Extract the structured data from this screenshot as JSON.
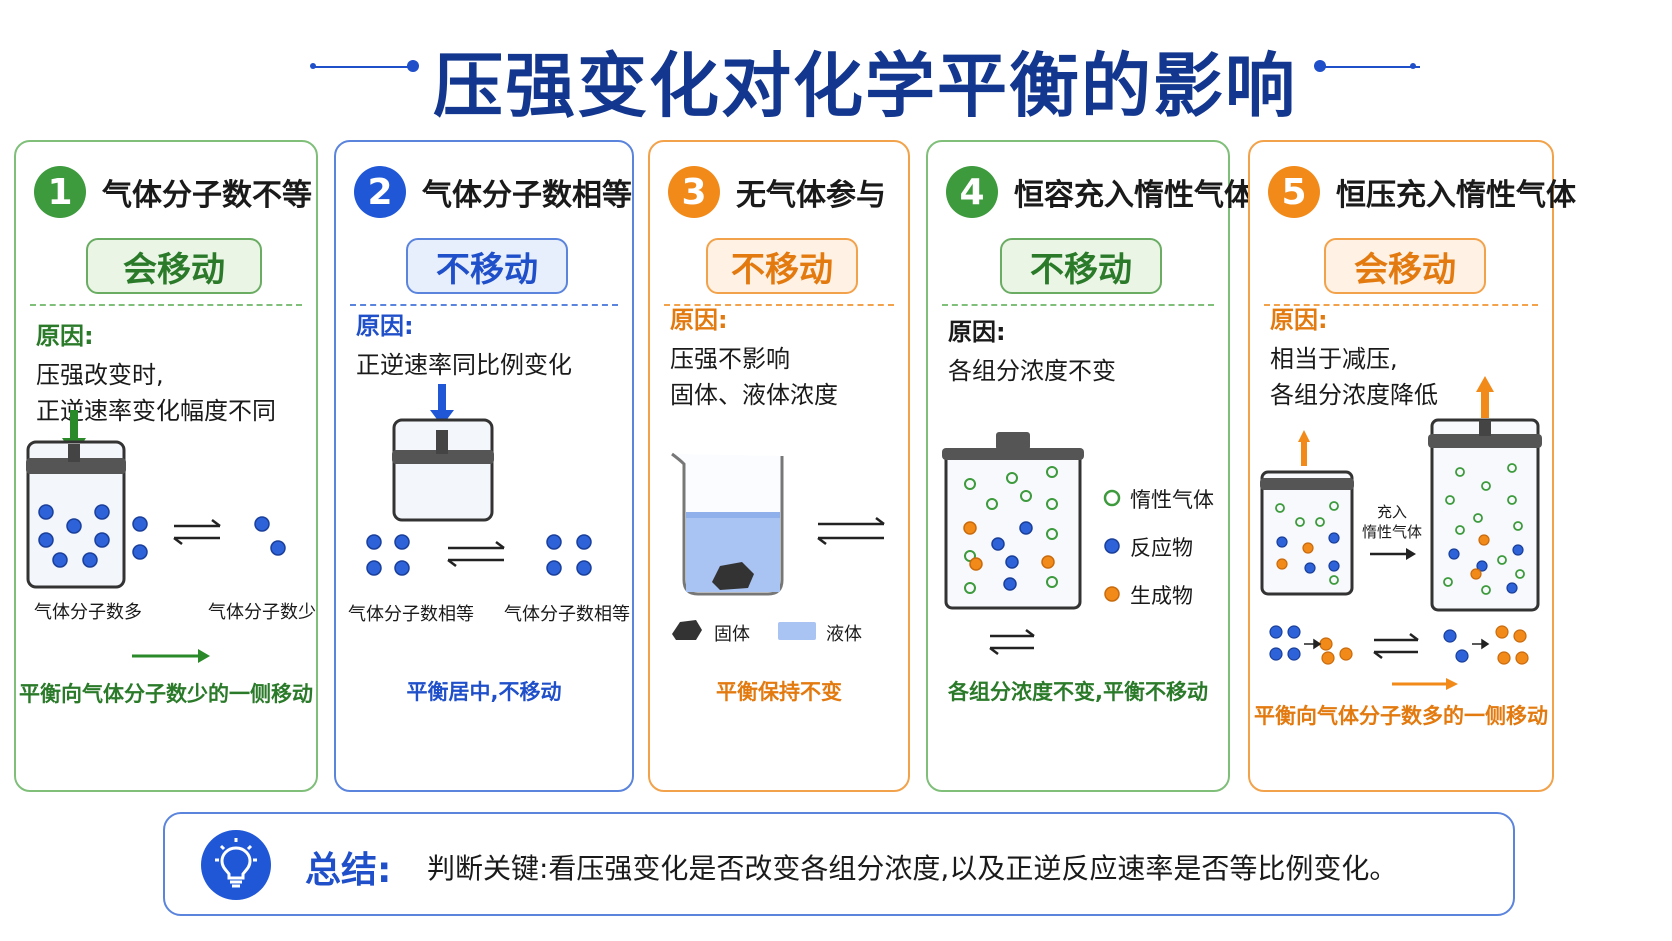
{
  "title": "压强变化对化学平衡的影响",
  "colors": {
    "green": "#3d9a3d",
    "blue": "#1f57d6",
    "orange": "#f28a1a",
    "navy": "#13378f"
  },
  "cards": [
    {
      "number": "1",
      "title": "气体分子数不等",
      "verdict": "会移动",
      "reason_label": "原因:",
      "reason_lines": [
        "压强改变时,",
        "正逆速率变化幅度不同"
      ],
      "caption_left": "气体分子数多",
      "caption_right": "气体分子数少",
      "conclusion": "平衡向气体分子数少的一侧移动"
    },
    {
      "number": "2",
      "title": "气体分子数相等",
      "verdict": "不移动",
      "reason_label": "原因:",
      "reason_lines": [
        "正逆速率同比例变化"
      ],
      "caption_left": "气体分子数相等",
      "caption_right": "气体分子数相等",
      "conclusion": "平衡居中,不移动"
    },
    {
      "number": "3",
      "title": "无气体参与",
      "verdict": "不移动",
      "reason_label": "原因:",
      "reason_lines": [
        "压强不影响",
        "固体、液体浓度"
      ],
      "legend": [
        "固体",
        "液体"
      ],
      "conclusion": "平衡保持不变"
    },
    {
      "number": "4",
      "title": "恒容充入惰性气体",
      "verdict": "不移动",
      "reason_label": "原因:",
      "reason_lines": [
        "各组分浓度不变"
      ],
      "legend": [
        "惰性气体",
        "反应物",
        "生成物"
      ],
      "conclusion": "各组分浓度不变,平衡不移动"
    },
    {
      "number": "5",
      "title": "恒压充入惰性气体",
      "verdict": "会移动",
      "reason_label": "原因:",
      "reason_lines": [
        "相当于减压,",
        "各组分浓度降低"
      ],
      "inert_label": [
        "充入",
        "惰性气体"
      ],
      "conclusion": "平衡向气体分子数多的一侧移动"
    }
  ],
  "summary": {
    "label": "总结:",
    "text": "判断关键:看压强变化是否改变各组分浓度,以及正逆反应速率是否等比例变化。"
  }
}
